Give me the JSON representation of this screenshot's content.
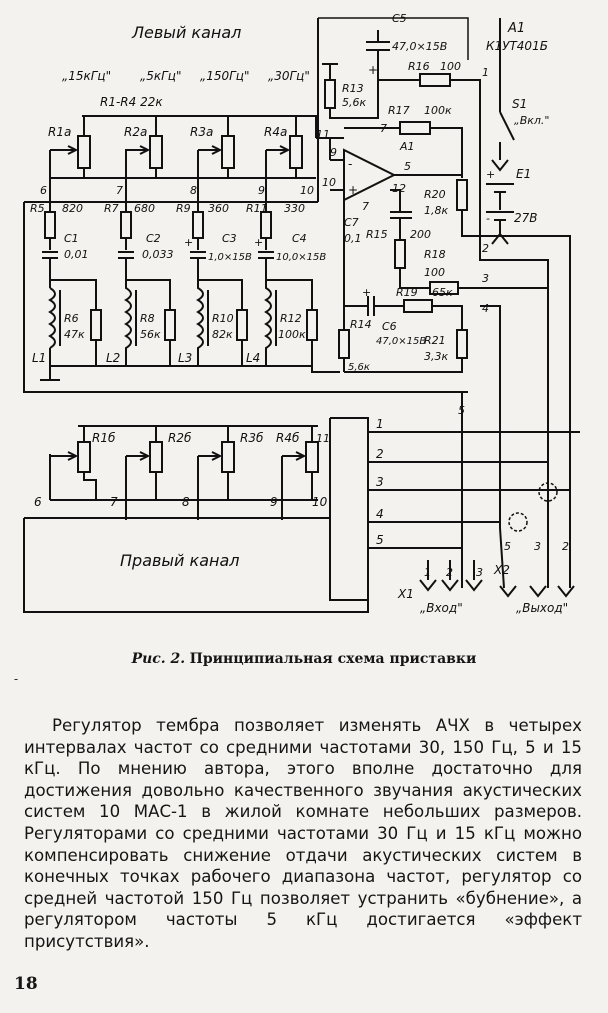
{
  "figure": {
    "labels": {
      "left_channel": "Левый канал",
      "right_channel": "Правый канал",
      "a1": "A1",
      "a1_type": "К1УТ401Б",
      "a1_inside": "A1",
      "freq_15k": "„15кГц\"",
      "freq_5k": "„5кГц\"",
      "freq_150": "„150Гц\"",
      "freq_30": "„30Гц\"",
      "r1_r4": "R1-R4 22к",
      "r1a": "R1a",
      "r2a": "R2a",
      "r3a": "R3a",
      "r4a": "R4a",
      "r1b": "R1б",
      "r2b": "R2б",
      "r3b": "R3б",
      "r4b": "R4б",
      "r5": "R5",
      "r5v": "820",
      "r7": "R7",
      "r7v": "680",
      "r9": "R9",
      "r9v": "360",
      "r11": "R11",
      "r11v": "330",
      "c1": "C1",
      "c1v": "0,01",
      "c2": "C2",
      "c2v": "0,033",
      "c3": "C3",
      "c3v": "1,0×15В",
      "c4": "C4",
      "c4v": "10,0×15В",
      "r6": "R6",
      "r6v": "47к",
      "r8": "R8",
      "r8v": "56к",
      "r10": "R10",
      "r10v": "82к",
      "r12": "R12",
      "r12v": "100к",
      "l1": "L1",
      "l2": "L2",
      "l3": "L3",
      "l4": "L4",
      "c5": "C5",
      "c5v": "47,0×15В",
      "r13": "R13",
      "r13v": "5,6к",
      "r16": "R16",
      "r16v": "100",
      "r17": "R17",
      "r17v": "100к",
      "c7": "C7",
      "c7v": "0,1",
      "r15": "R15",
      "r15v": "200",
      "r20": "R20",
      "r20v": "1,8к",
      "r18": "R18",
      "r18v": "100",
      "r19": "R19",
      "r19v": "65к",
      "r14": "R14",
      "r14v": "5,6к",
      "c6": "C6",
      "c6v": "47,0×15В",
      "r21": "R21",
      "r21v": "3,3к",
      "s1": "S1",
      "s1_label": "„Вкл.\"",
      "e1": "E1",
      "e1v": "27В",
      "x1": "X1",
      "x2": "X2",
      "input": "„Вход\"",
      "output": "„Выход\"",
      "n1": "1",
      "n2": "2",
      "n3": "3",
      "n4": "4",
      "n5": "5",
      "n6": "6",
      "n7": "7",
      "n8": "8",
      "n9": "9",
      "n10": "10",
      "n11": "11",
      "n12": "12",
      "plus": "+",
      "minus": "-"
    }
  },
  "caption": {
    "prefix": "Рис. 2.",
    "text": "Принципиальная схема приставки"
  },
  "article": {
    "paragraph": "Регулятор тембра позволяет изменять АЧХ в четырех интервалах частот со средними частотами 30, 150 Гц, 5 и 15 кГц. По мнению автора, этого вполне достаточно для достижения довольно качественного звучания акустических систем 10 МАС-1 в жилой комнате небольших размеров. Регуляторами со средними частотами 30 Гц и 15 кГц можно компенсировать снижение отдачи акустических систем в конечных точках рабочего диапазона частот, регулятор со средней частотой 150 Гц позволяет устранить «бубнение», а регулятором частоты 5 кГц достигается «эффект присутствия»."
  },
  "page_number": "18",
  "stray_mark": "-"
}
